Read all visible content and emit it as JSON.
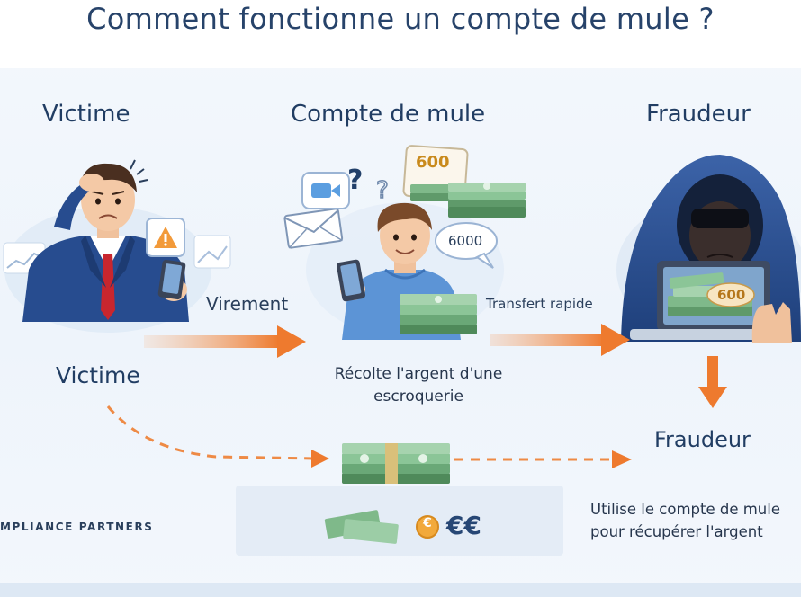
{
  "title": "Comment fonctionne un compte de mule ?",
  "columns": {
    "victim": "Victime",
    "mule": "Compte de mule",
    "fraudster": "Fraudeur"
  },
  "flow": {
    "transfer_label": "Virement",
    "fast_transfer_label": "Transfert rapide"
  },
  "bubbles": {
    "card_amount": "600",
    "bubble_amount": "6000",
    "laptop_amount": "600"
  },
  "lower": {
    "victim_label": "Victime",
    "mule_description": "Récolte l'argent d'une escroquerie",
    "fraudster_label": "Fraudeur",
    "fraudster_description": "Utilise le compte de mule pour récupérer l'argent",
    "euro_symbols": "€€",
    "coin_symbol": "€",
    "brand": "MPLIANCE PARTNERS"
  },
  "colors": {
    "arrow": "#ee7a2e",
    "navy": "#1f3a5f",
    "hood": "#2c4f8f",
    "money": "#7fb98a"
  }
}
